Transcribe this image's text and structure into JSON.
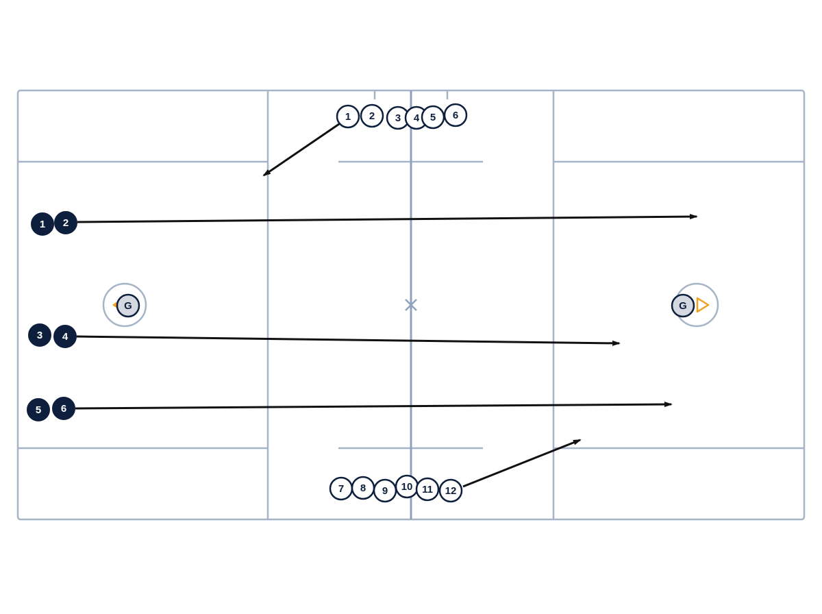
{
  "colors": {
    "field_line": "#a6b4c8",
    "center_line": "#8fa2bd",
    "dark_player_fill": "#0d1f3c",
    "dark_player_text": "#ffffff",
    "light_player_fill": "#ffffff",
    "light_player_text": "#0d1f3c",
    "goalie_fill": "#d3d8e1",
    "arrow": "#111111",
    "goal_marker": "#f0a020"
  },
  "top_group": [
    "1",
    "2",
    "3",
    "4",
    "5",
    "6"
  ],
  "bottom_group": [
    "7",
    "8",
    "9",
    "10",
    "11",
    "12"
  ],
  "dark_players": [
    "1",
    "2",
    "3",
    "4",
    "5",
    "6"
  ],
  "goalies": [
    "G",
    "G"
  ]
}
